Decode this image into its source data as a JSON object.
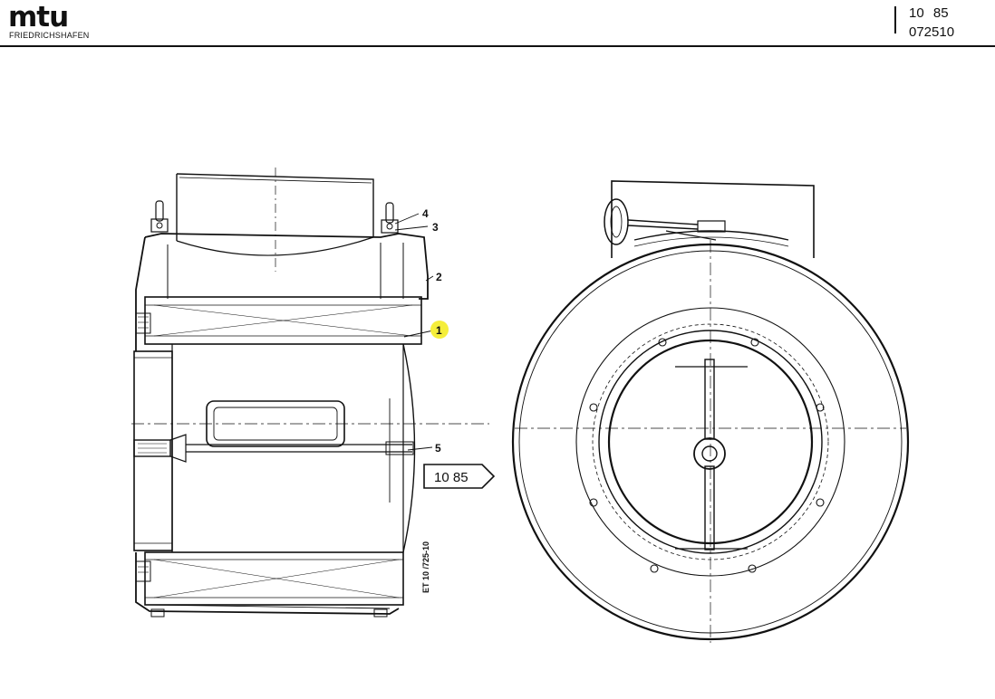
{
  "header": {
    "brand": "mtu",
    "brand_sub": "FRIEDRICHSHAFEN",
    "doc_code_line1": "10 85",
    "doc_code_line2": "072510"
  },
  "drawing": {
    "callouts": [
      "1",
      "2",
      "3",
      "4",
      "5"
    ],
    "view_reference": "10 85",
    "drawing_number": "ET 10 /725-10",
    "highlight_color": "#f5ee3a"
  }
}
